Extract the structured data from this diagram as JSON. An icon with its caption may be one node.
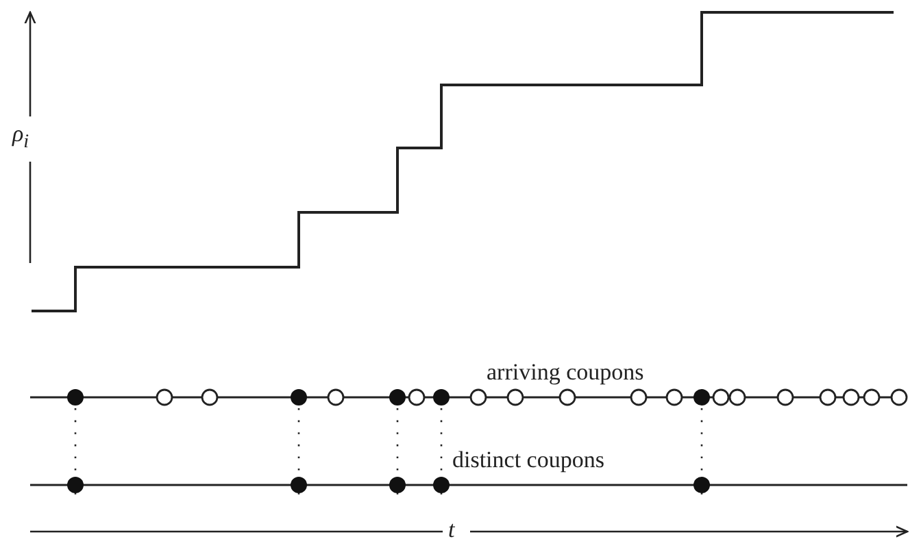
{
  "diagram": {
    "labels": [
      "ρ$_{i}$",
      "arriving coupons",
      "distinct coupons",
      "t"
    ]
  }
}
